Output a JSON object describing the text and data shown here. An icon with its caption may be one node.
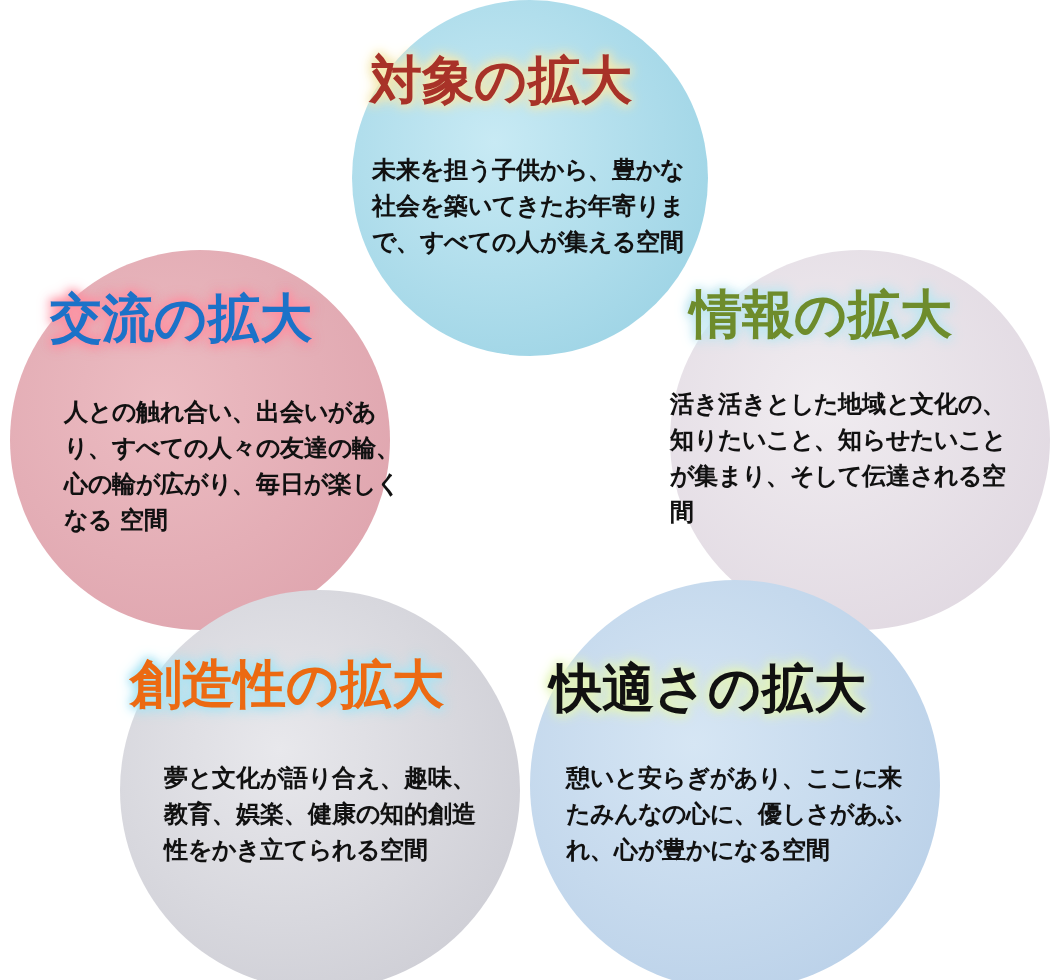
{
  "diagram": {
    "nodes": [
      {
        "text": [
          "対象の拡大",
          "未来を担う子供から、豊かな社会を築いてきたお年寄りまで、すべての人が集える空間"
        ]
      },
      {
        "text": [
          "交流の拡大",
          "人との触れ合い、出会いがあり、すべての人々の友達の輪、心の輪が広がり、毎日が楽しくなる 空間"
        ]
      },
      {
        "text": [
          "情報の拡大",
          "活き活きとした地域と文化の、知りたいこと、知らせたいことが集まり、そして伝達される空間"
        ]
      },
      {
        "text": [
          "創造性の拡大",
          "夢と文化が語り合え、趣味、教育、娯楽、健康の知的創造性をかき立てられる空間"
        ]
      },
      {
        "text": [
          "快適さの拡大",
          "憩いと安らぎがあり、ここに来たみんなの心に、優しさがあふれ、心が豊かになる空間"
        ]
      }
    ]
  }
}
